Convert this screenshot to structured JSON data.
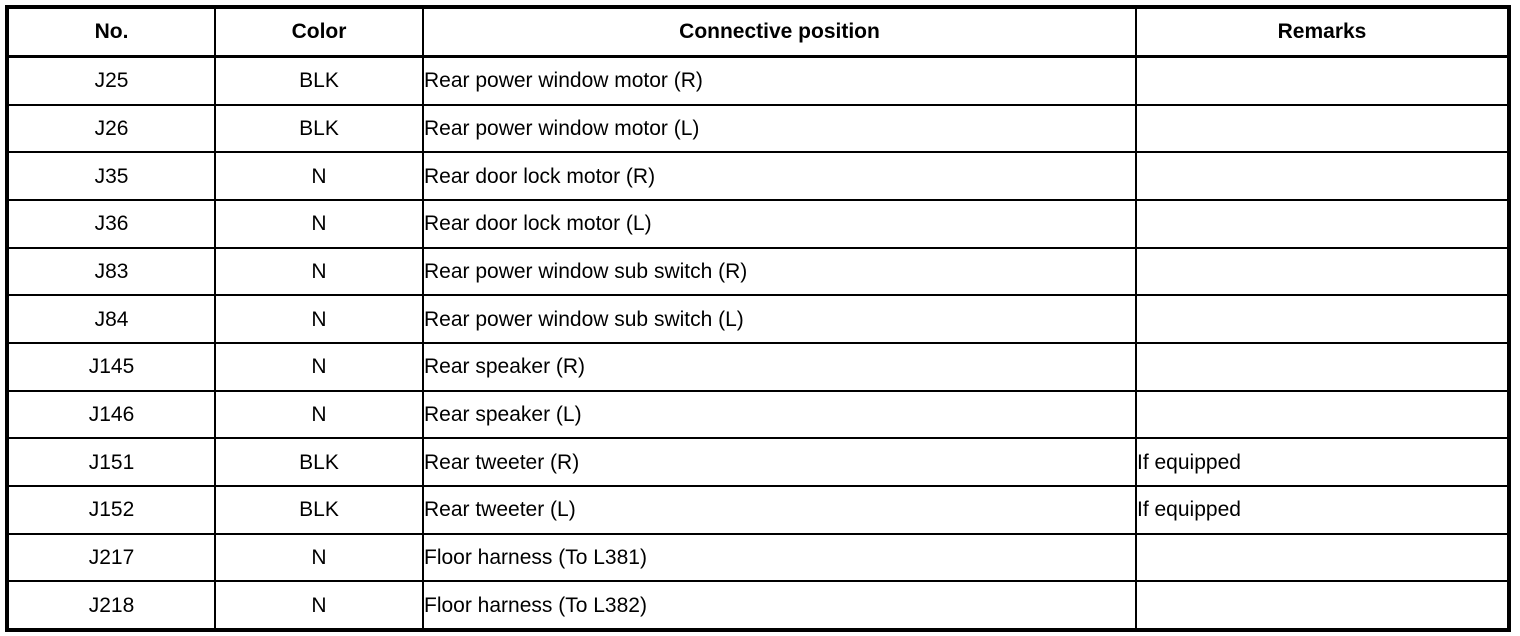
{
  "table": {
    "columns": [
      {
        "key": "no",
        "label": "No."
      },
      {
        "key": "color",
        "label": "Color"
      },
      {
        "key": "pos",
        "label": "Connective position"
      },
      {
        "key": "remarks",
        "label": "Remarks"
      }
    ],
    "rows": [
      {
        "no": "J25",
        "color": "BLK",
        "pos": "Rear power window motor (R)",
        "remarks": ""
      },
      {
        "no": "J26",
        "color": "BLK",
        "pos": "Rear power window motor (L)",
        "remarks": ""
      },
      {
        "no": "J35",
        "color": "N",
        "pos": "Rear door lock motor (R)",
        "remarks": ""
      },
      {
        "no": "J36",
        "color": "N",
        "pos": "Rear door lock motor (L)",
        "remarks": ""
      },
      {
        "no": "J83",
        "color": "N",
        "pos": "Rear power window sub switch (R)",
        "remarks": ""
      },
      {
        "no": "J84",
        "color": "N",
        "pos": "Rear power window sub switch (L)",
        "remarks": ""
      },
      {
        "no": "J145",
        "color": "N",
        "pos": "Rear speaker (R)",
        "remarks": ""
      },
      {
        "no": "J146",
        "color": "N",
        "pos": "Rear speaker (L)",
        "remarks": ""
      },
      {
        "no": "J151",
        "color": "BLK",
        "pos": "Rear tweeter (R)",
        "remarks": "If equipped"
      },
      {
        "no": "J152",
        "color": "BLK",
        "pos": "Rear tweeter (L)",
        "remarks": "If equipped"
      },
      {
        "no": "J217",
        "color": "N",
        "pos": "Floor harness (To L381)",
        "remarks": ""
      },
      {
        "no": "J218",
        "color": "N",
        "pos": "Floor harness (To L382)",
        "remarks": ""
      }
    ]
  },
  "style": {
    "text_color": "#000000",
    "background_color": "#ffffff",
    "border_color": "#000000"
  }
}
